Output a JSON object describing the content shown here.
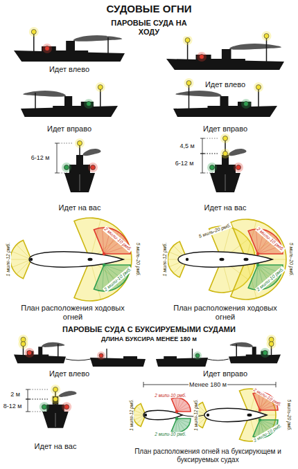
{
  "diagram": {
    "title": "СУДОВЫЕ ОГНИ",
    "labels": [
      "ПАРОВЫЕ СУДА НА ХОДУ",
      "Идет влево",
      "Идет влево",
      "Идет вправо",
      "Идет вправо",
      "6-12 м",
      "Идет на вас",
      "4,5 м",
      "6-12 м",
      "Идет на вас",
      "2 мили-10 рмб.",
      "2 мили-10 рмб.",
      "5 миль-20 рмб.",
      "1 миля-12 рмб.",
      "План расположения ходовых огней",
      "2 мили-10 рмб.",
      "5 миль-20 рмб.",
      "2 мили-10 рмб.",
      "5 миль-20 рмб.",
      "1 миля-12 рмб.",
      "План расположения ходовых огней",
      "ПАРОВЫЕ СУДА С БУКСИРУЕМЫМИ СУДАМИ",
      "ДЛИНА БУКСИРА МЕНЕЕ 180 м",
      "Идет влево",
      "Идет вправо",
      "2 м",
      "8-12 м",
      "Идет на вас",
      "Менее 180 м",
      "1 миля-12 рмб.",
      "2 мили-10 рмб.",
      "2 мили-10 рмб.",
      "1 миля-12 рмб.",
      "2 мили-10 рмб.",
      "2 мили-10 рмб.",
      "5 миль-20 рмб.",
      "План расположения огней на буксирующем и буксируемых судах"
    ]
  }
}
